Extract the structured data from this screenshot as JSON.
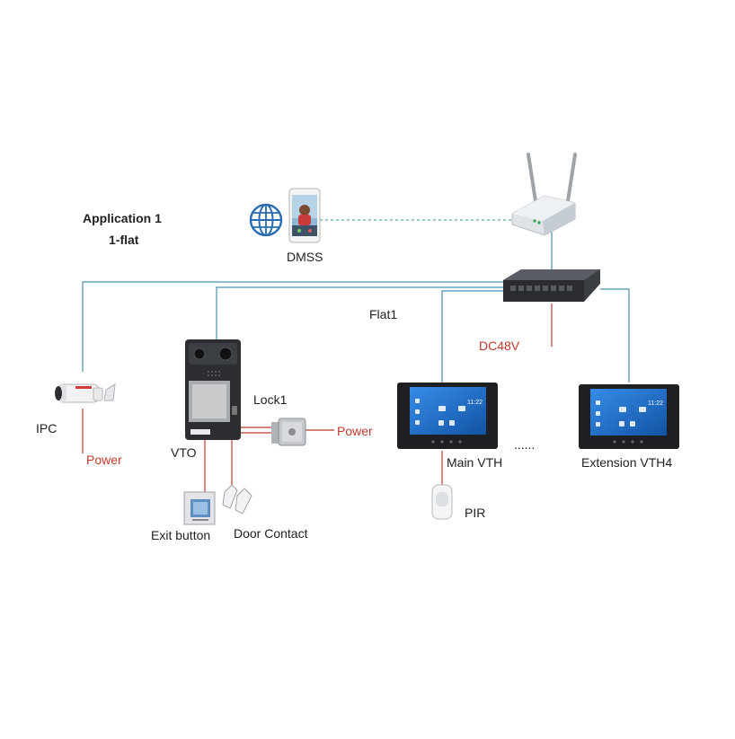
{
  "title": {
    "line1": "Application 1",
    "line2": "1-flat"
  },
  "labels": {
    "dmss": "DMSS",
    "flat": "Flat1",
    "dc": "DC48V",
    "ipc": "IPC",
    "ipc_power": "Power",
    "vto": "VTO",
    "lock": "Lock1",
    "lock_power": "Power",
    "exit_button": "Exit button",
    "door_contact": "Door Contact",
    "main_vth": "Main VTH",
    "dots": "......",
    "extension_vth": "Extension VTH4",
    "pir": "PIR",
    "screen_time": "11:22"
  },
  "colors": {
    "network_line": "#4a90b8",
    "power_line": "#c0392b",
    "wifi_line": "#5fa8a8",
    "device_dark": "#2b2d30",
    "screen_blue": "#1c6fc9"
  },
  "icons": {
    "globe": "globe-icon",
    "phone": "smartphone-icon",
    "router": "router-icon",
    "switch": "poe-switch-icon",
    "camera": "bullet-camera-icon",
    "door_station": "door-station-icon",
    "lock": "electric-lock-icon",
    "exit": "exit-button-icon",
    "contact": "door-contact-icon",
    "monitor": "indoor-monitor-icon",
    "pir": "pir-sensor-icon"
  }
}
